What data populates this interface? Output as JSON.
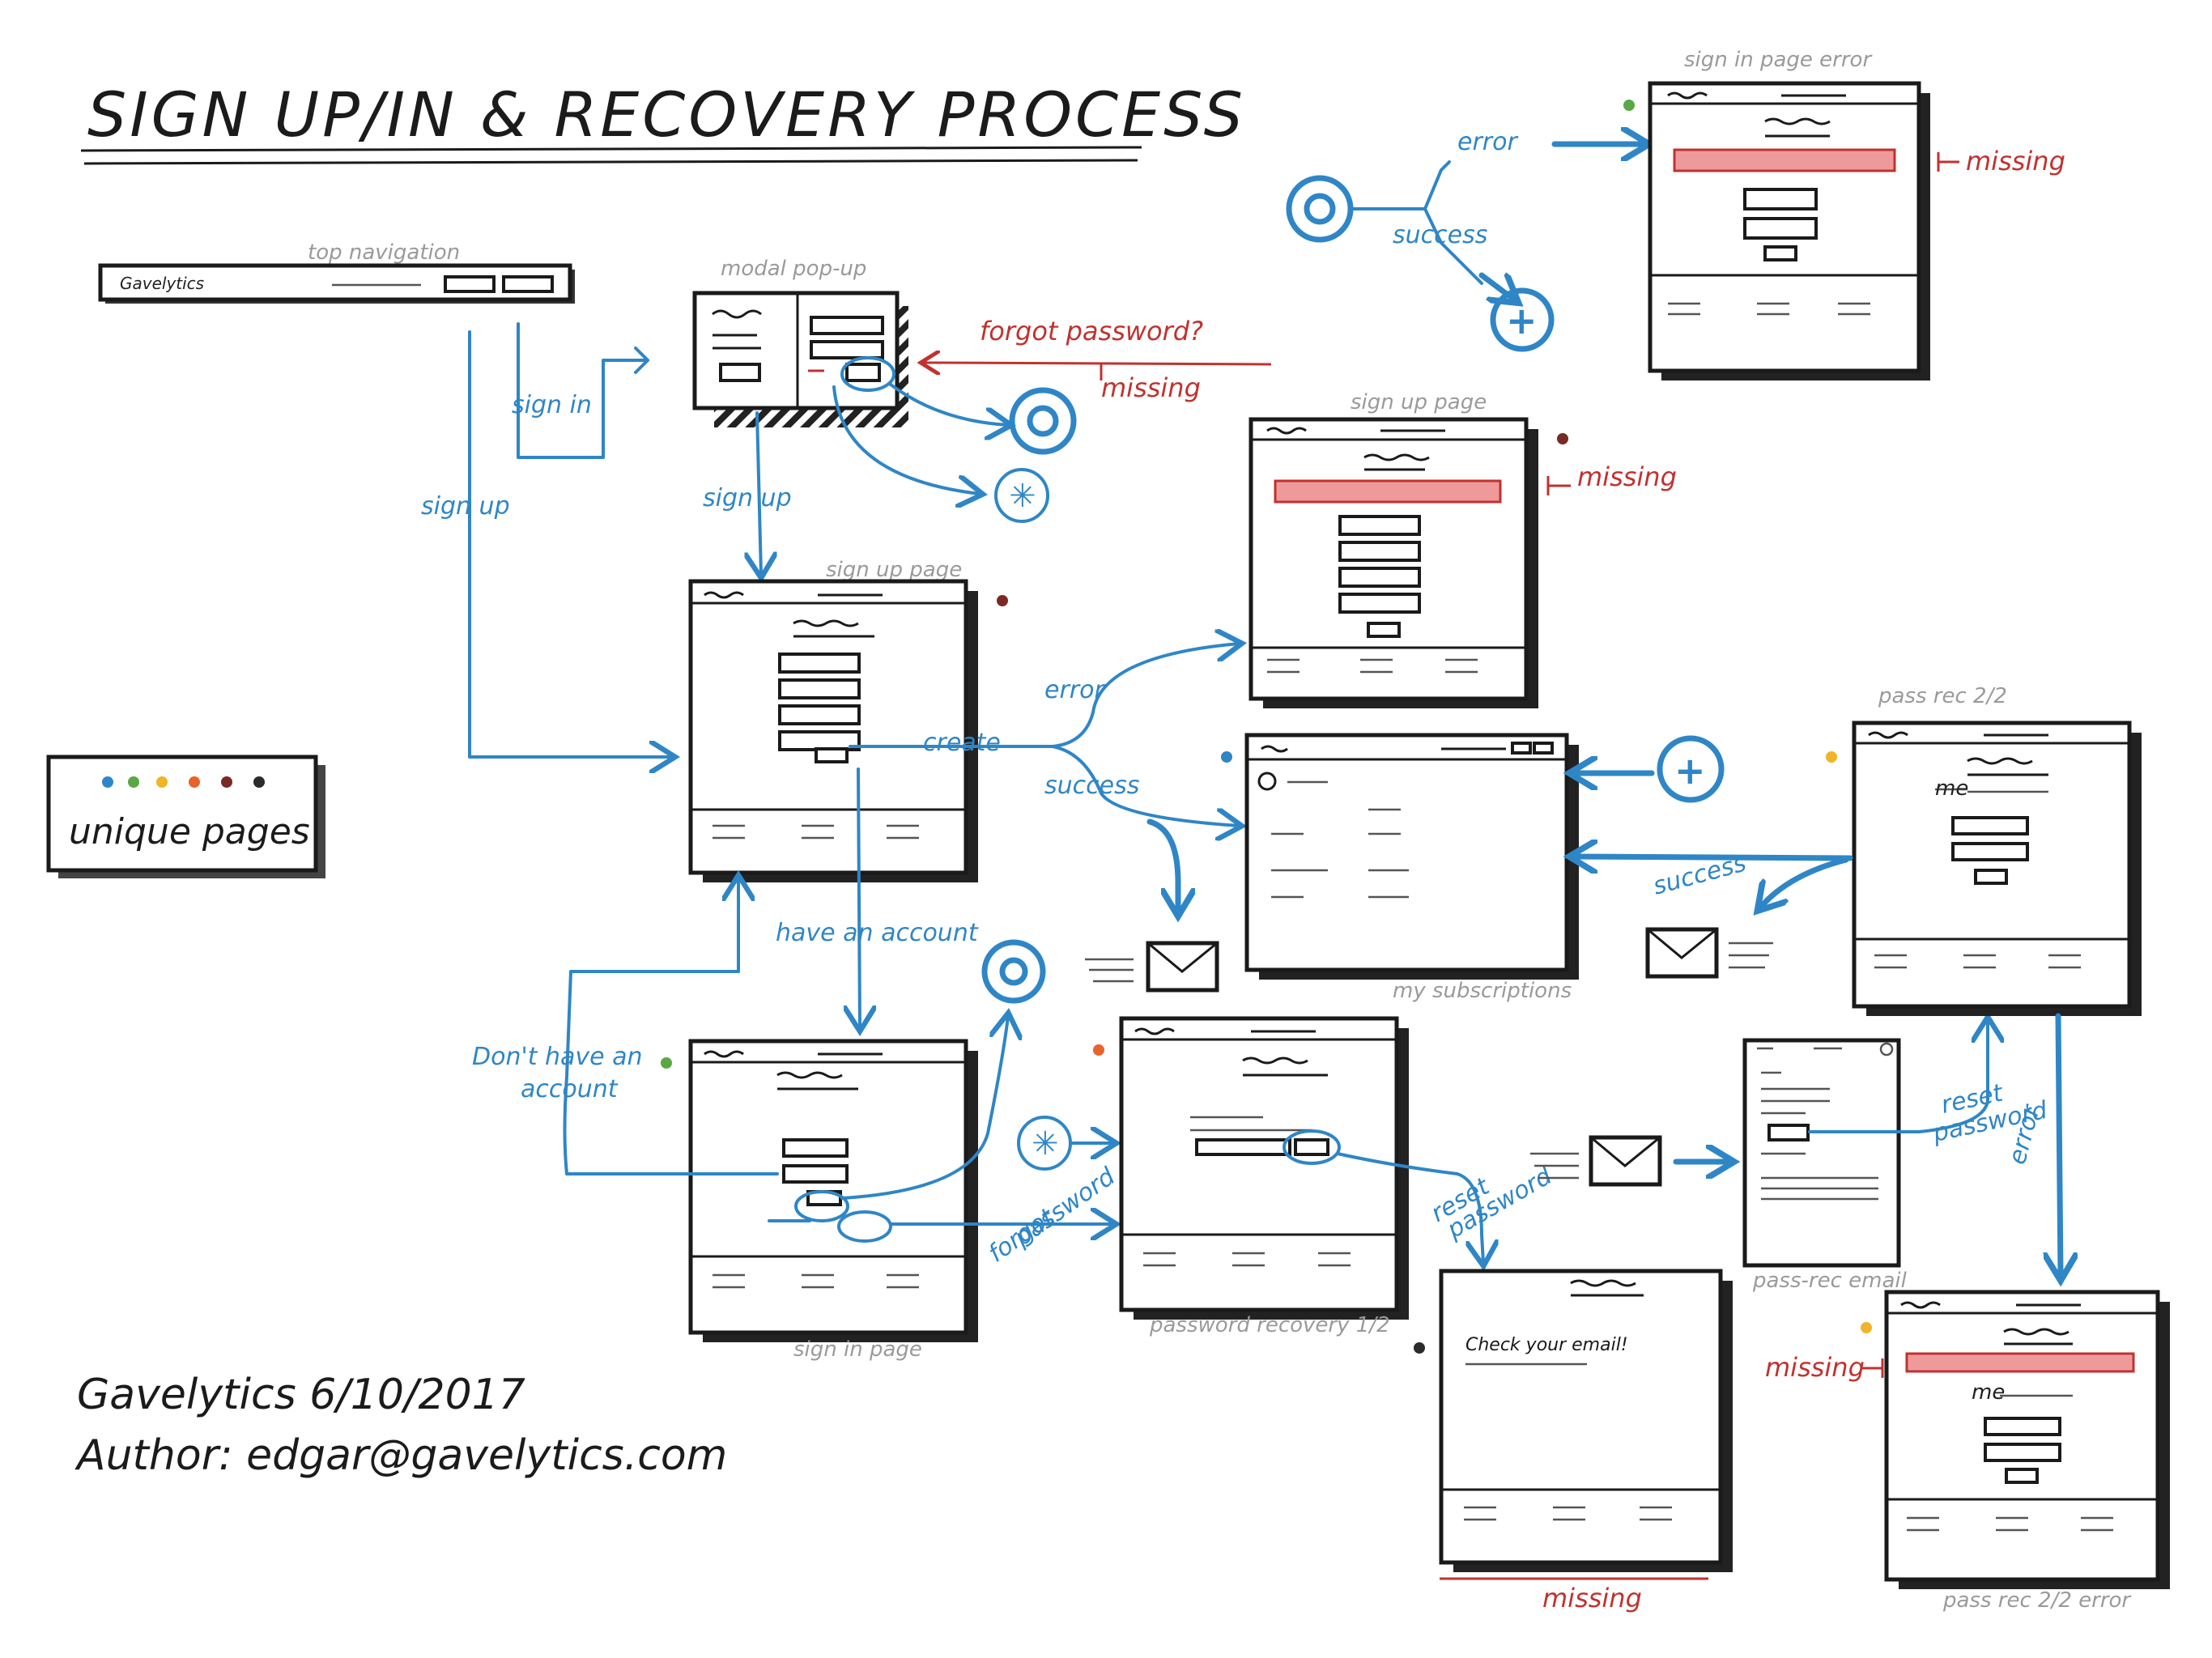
{
  "title": "SIGN UP/IN & RECOVERY PROCESS",
  "labels": {
    "top_navigation": "top navigation",
    "nav_brand": "Gavelytics",
    "modal_popup": "modal pop-up",
    "sign_in_page_error": "sign in page error",
    "sign_up_page_top": "sign up page",
    "sign_up_page": "sign up page",
    "my_subscriptions": "my subscriptions",
    "pass_rec_2_2": "pass rec 2/2",
    "sign_in_page": "sign in page",
    "password_recovery": "password recovery 1/2",
    "pass_rec_email": "pass-rec email",
    "pass_rec_2_2_error": "pass rec 2/2 error",
    "check_email": "Check your email!"
  },
  "flow": {
    "sign_in": "sign in",
    "sign_up_left": "sign up",
    "sign_up_modal": "sign up",
    "error_top": "error",
    "success_top": "success",
    "error_mid": "error",
    "success_mid": "success",
    "create": "create",
    "have_account": "have an account",
    "dont_have_account_1": "Don't have an",
    "dont_have_account_2": "account",
    "forgot_password_1": "forgot",
    "forgot_password_2": "password",
    "reset_password_1": "reset",
    "reset_password_2": "password",
    "reset_password_b1": "reset",
    "reset_password_b2": "password",
    "success_right": "success",
    "error_right": "error"
  },
  "annotations": {
    "forgot_password": "forgot password?",
    "missing_modal": "missing",
    "missing_signin_error": "missing",
    "missing_signup_error": "missing",
    "missing_check_email": "missing",
    "missing_pass_rec_error": "missing"
  },
  "legend": {
    "text": "unique pages",
    "dots": [
      "#2f86c6",
      "#5aa843",
      "#f0b429",
      "#e8632b",
      "#7a2a24",
      "#2b2b2b"
    ]
  },
  "footer": {
    "line1": "Gavelytics   6/10/2017",
    "line2": "Author:  edgar@gavelytics.com"
  },
  "colors": {
    "blue": "#2f86c6",
    "red": "#c0322f",
    "ink": "#1a1a1a",
    "gray": "#9a9a9a"
  }
}
